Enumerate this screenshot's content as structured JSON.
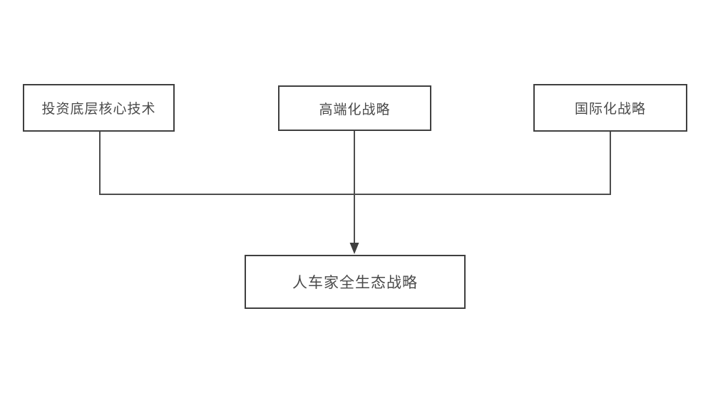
{
  "diagram": {
    "type": "flowchart",
    "background": "#ffffff",
    "colors": {
      "node_border": "#3f3f3f",
      "node_fill": "#ffffff",
      "node_text": "#4a4a4a",
      "connector_line": "#4d4d4d",
      "arrowhead": "#3f3f3f"
    },
    "nodes": [
      {
        "id": "invest-core-tech",
        "label": "投资底层核心技术"
      },
      {
        "id": "high-end-strategy",
        "label": "高端化战略"
      },
      {
        "id": "internationalization-strategy",
        "label": "国际化战略"
      },
      {
        "id": "person-car-home-ecosystem-strategy",
        "label": "人车家全生态战略"
      }
    ],
    "edges": [
      {
        "from": "invest-core-tech",
        "to": "person-car-home-ecosystem-strategy",
        "arrow": false
      },
      {
        "from": "high-end-strategy",
        "to": "person-car-home-ecosystem-strategy",
        "arrow": true
      },
      {
        "from": "internationalization-strategy",
        "to": "person-car-home-ecosystem-strategy",
        "arrow": false
      }
    ]
  }
}
